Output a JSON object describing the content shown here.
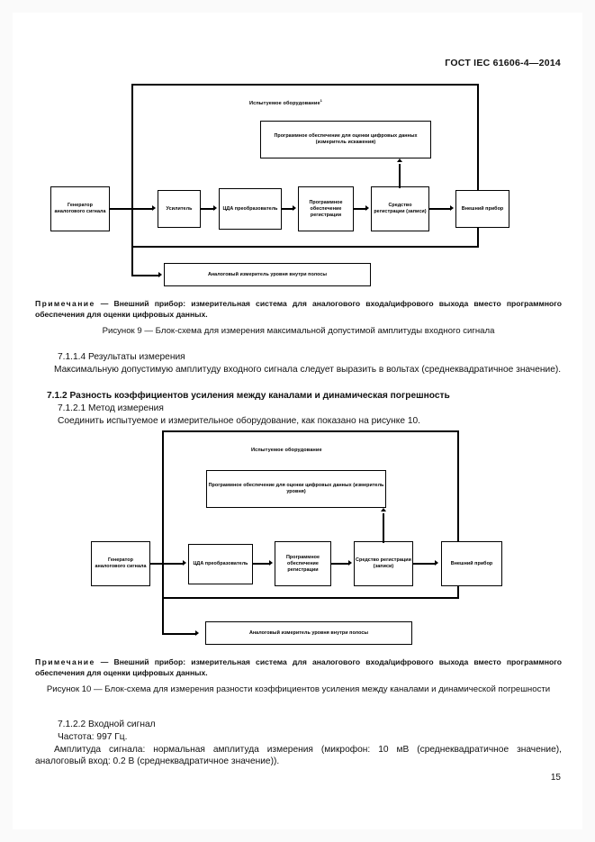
{
  "document": {
    "header_standard": "ГОСТ IEC 61606-4—2014",
    "page_number": "15"
  },
  "figure9": {
    "eut_label": "Испытуемое оборудование",
    "eut_label_superscript": "1",
    "eval_software": "Программное обеспечение для оценки цифровых данных (измеритель искажения)",
    "generator": "Генератор аналогового сигнала",
    "amplifier": "Усилитель",
    "converter": "ЦДА преобразователь",
    "recording_software": "Программное обеспечение регистрации",
    "recording_device": "Средство регистрации (записи)",
    "external_device": "Внешний прибор",
    "analog_meter": "Аналоговый измеритель уровня внутри полосы",
    "note_label": "Примечание",
    "note_text": "— Внешний прибор: измерительная система для аналогового входа/цифрового выхода вместо программного обеспечения для оценки цифровых данных.",
    "caption": "Рисунок 9 — Блок-схема для измерения максимальной допустимой амплитуды входного сигнала"
  },
  "section_7_1_1_4": {
    "heading": "7.1.1.4 Результаты измерения",
    "body": "Максимальную допустимую амплитуду входного сигнала следует выразить в вольтах (среднеквадратичное значение)."
  },
  "section_7_1_2": {
    "heading": "7.1.2 Разность коэффициентов усиления между каналами и динамическая погрешность",
    "sub_heading": "7.1.2.1 Метод измерения",
    "body": "Соединить испытуемое и измерительное оборудование, как показано на рисунке 10."
  },
  "figure10": {
    "eut_label": "Испытуемое оборудование",
    "eval_software": "Программное обеспечение для оценки цифровых данных (измеритель уровня)",
    "generator": "Генератор аналогового сигнала",
    "converter": "ЦДА преобразователь",
    "recording_software": "Программное обеспечение регистрации",
    "recording_device": "Средство регистрации (записи)",
    "external_device": "Внешний прибор",
    "analog_meter": "Аналоговый измеритель уровня внутри полосы",
    "note_label": "Примечание",
    "note_text": "— Внешний прибор: измерительная система для аналогового входа/цифрового выхода вместо программного обеспечения для оценки цифровых данных.",
    "caption": "Рисунок 10 — Блок-схема для измерения разности коэффициентов усиления между каналами и динамической погрешности"
  },
  "section_7_1_2_2": {
    "heading": "7.1.2.2 Входной сигнал",
    "line_frequency": "Частота: 997 Гц.",
    "line_amplitude": "Амплитуда сигнала: нормальная амплитуда измерения (микрофон: 10 мВ (среднеквадратичное значение), аналоговый вход: 0.2 В (среднеквадратичное значение))."
  }
}
